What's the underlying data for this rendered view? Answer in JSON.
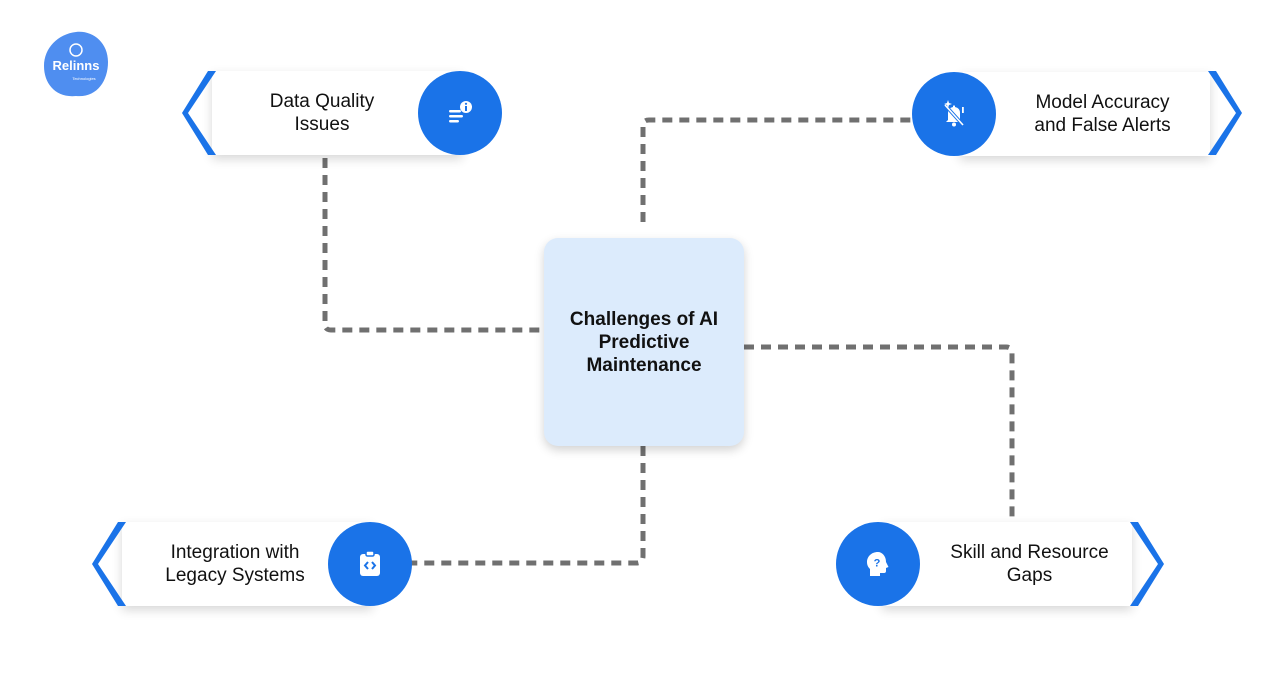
{
  "logo": {
    "name": "Relinns",
    "tagline": "Technologies",
    "color": "#4f8ef0"
  },
  "center": {
    "title": "Challenges of AI\nPredictive\nMaintenance"
  },
  "cards": {
    "top_left": {
      "label": "Data Quality\nIssues",
      "icon": "data-info-icon"
    },
    "top_right": {
      "label": "Model Accuracy\nand False Alerts",
      "icon": "alert-off-icon"
    },
    "bottom_left": {
      "label": "Integration with\nLegacy Systems",
      "icon": "code-clipboard-icon"
    },
    "bottom_right": {
      "label": "Skill and Resource\nGaps",
      "icon": "head-question-icon"
    }
  },
  "colors": {
    "accent": "#1a73e8",
    "center_fill": "#dcebfc",
    "connector": "#707070"
  }
}
